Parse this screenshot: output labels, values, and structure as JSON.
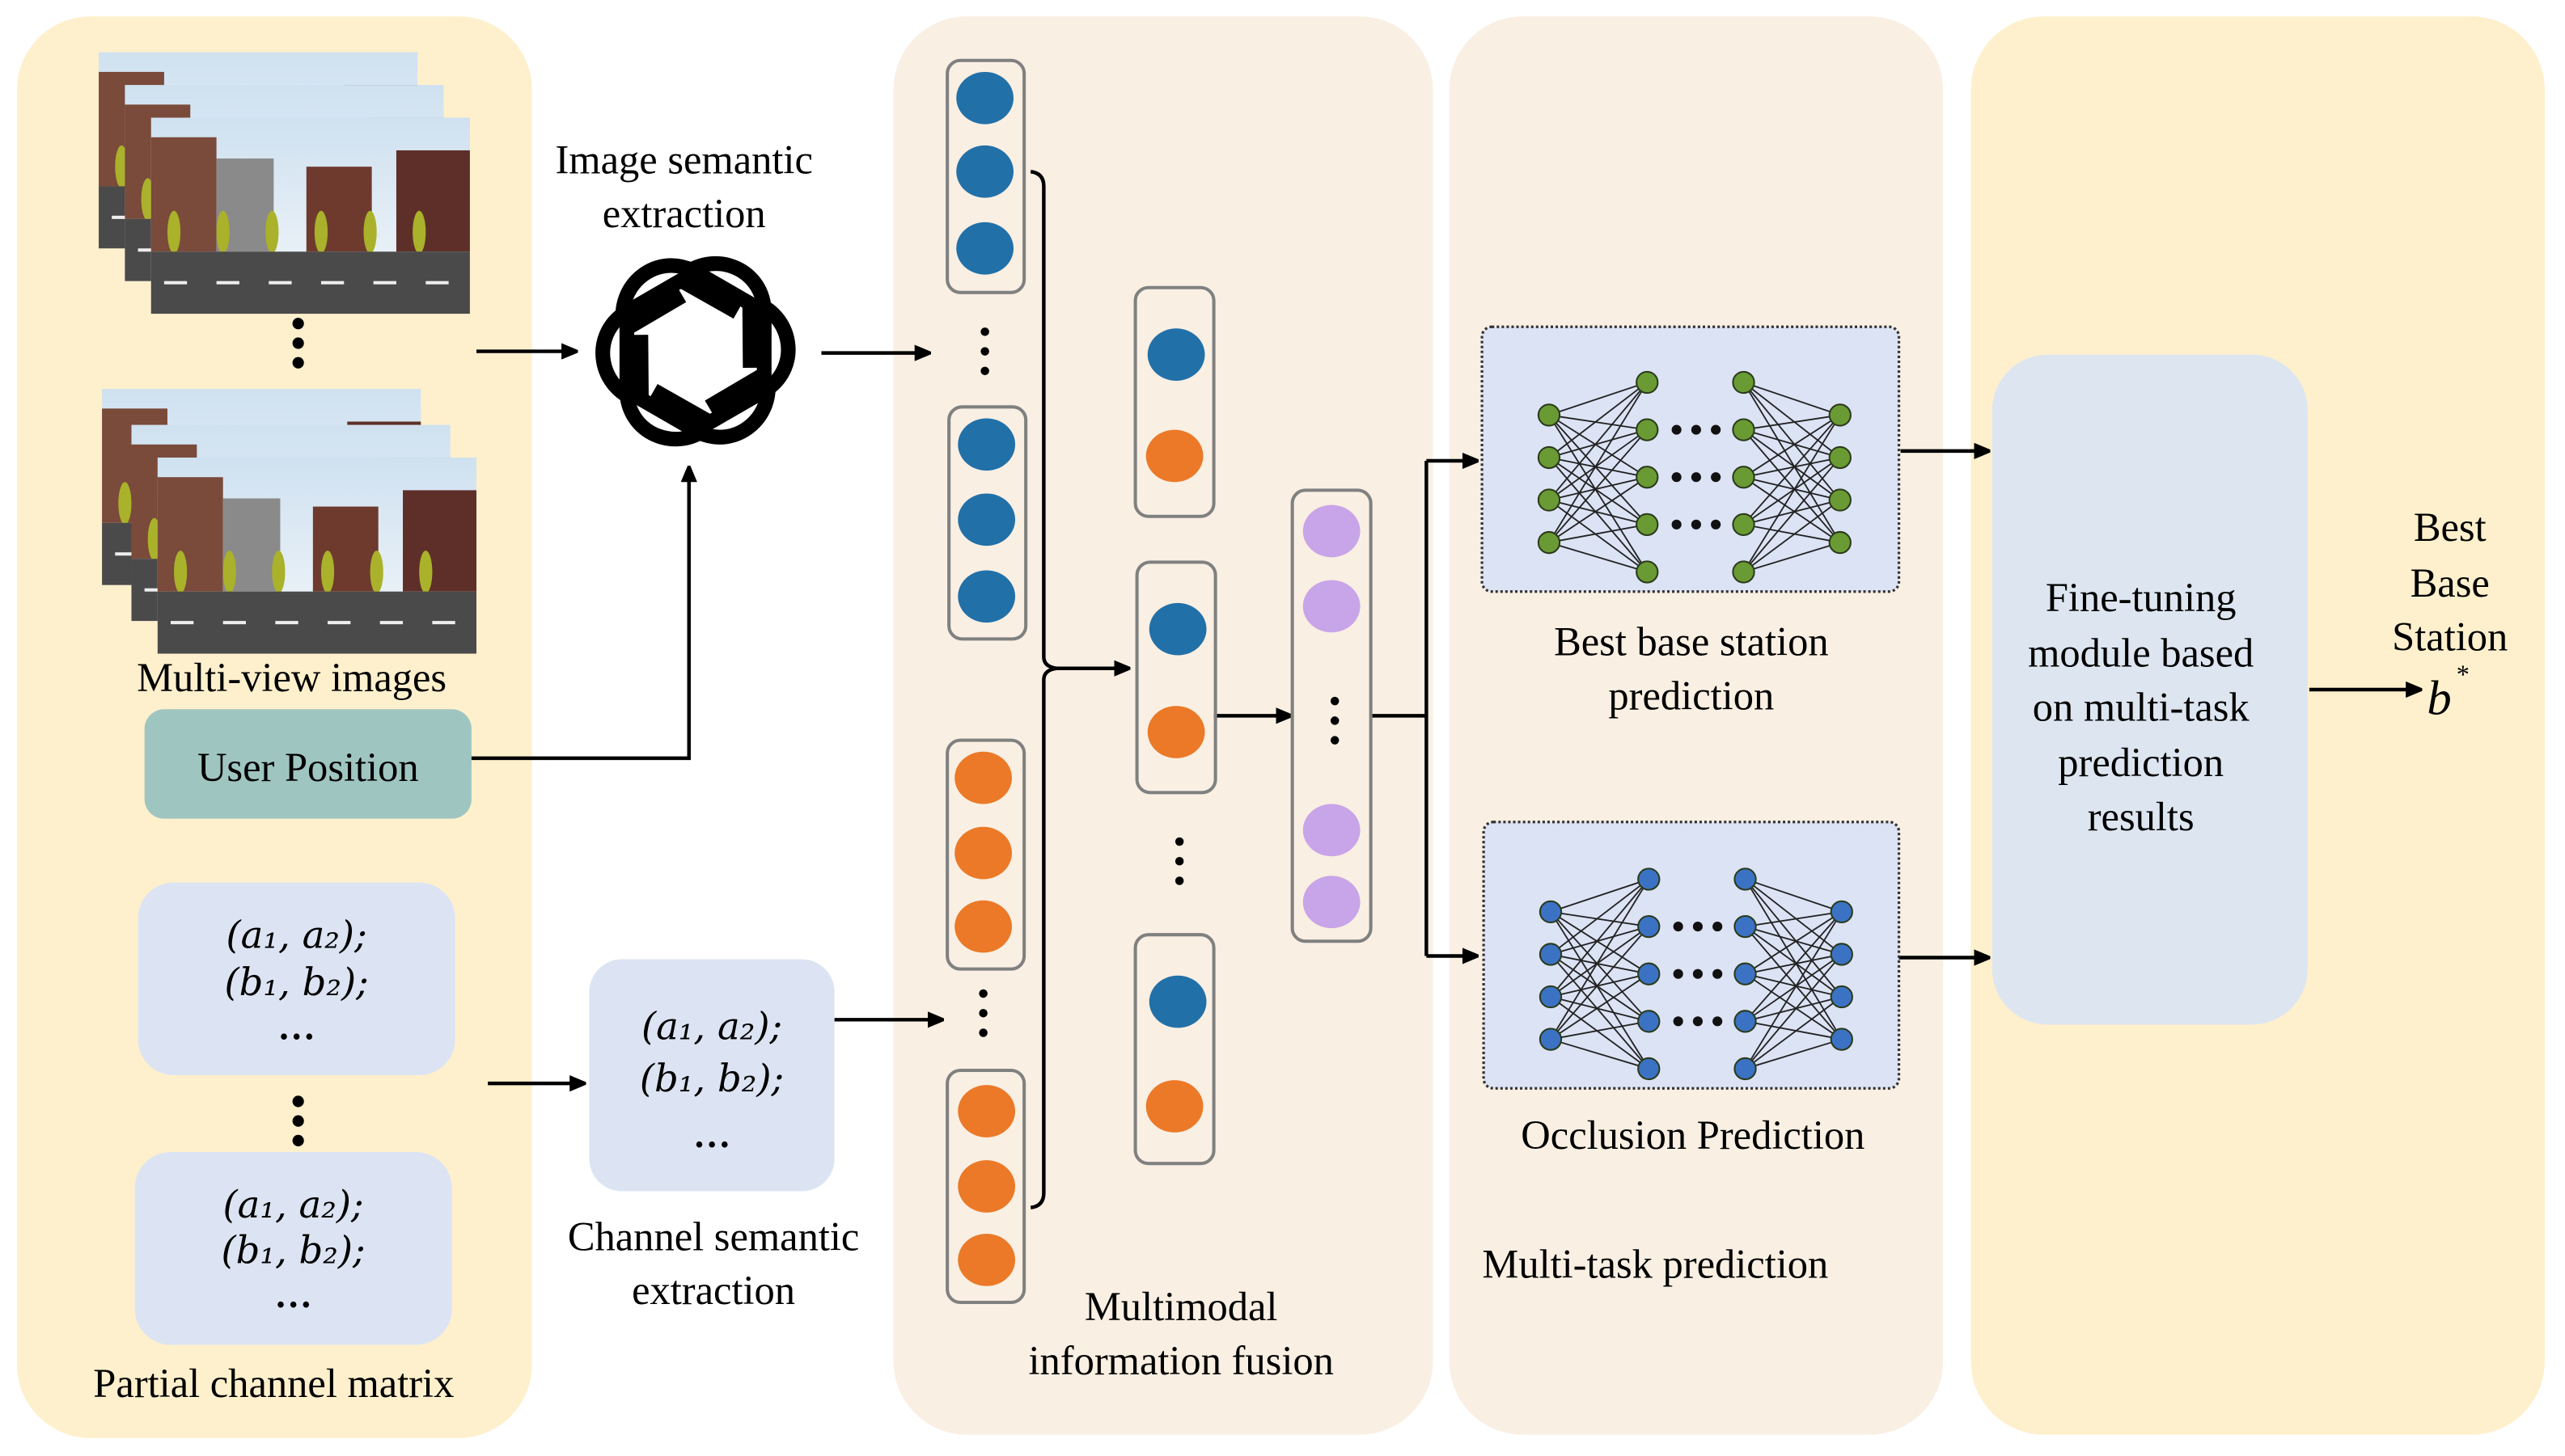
{
  "colors": {
    "panel_input": "#FEF0CC",
    "panel_mid": "#F9EFE3",
    "panel_output": "#FEF0CC",
    "user_position_box": "#9FC5C0",
    "matrix_box": "#DCE4F3",
    "nn_box": "#DCE3F5",
    "finetune_box": "#DDE6F0",
    "node_blue": "#2270A8",
    "node_orange": "#EB7928",
    "node_purple": "#C8A4E8",
    "nn_green": "#6A9A34",
    "nn_blue": "#3B72C4",
    "vector_border": "#808080"
  },
  "input_panel": {
    "images_label": "Multi-view images",
    "user_position_label": "User Position",
    "matrix_label": "Partial channel matrix",
    "matrix_box_lines": [
      "(a₁, a₂);",
      "(b₁, b₂);",
      "…"
    ],
    "ellipsis": "⋮"
  },
  "image_extraction": {
    "label_line1": "Image semantic",
    "label_line2": "extraction",
    "icon": "openai-logo-icon"
  },
  "channel_extraction": {
    "label_line1": "Channel semantic",
    "label_line2": "extraction",
    "box_lines": [
      "(a₁, a₂);",
      "(b₁, b₂);",
      "…"
    ]
  },
  "fusion_panel": {
    "label_line1": "Multimodal",
    "label_line2": "information fusion"
  },
  "multitask_panel": {
    "label": "Multi-task prediction",
    "task1_line1": "Best base station",
    "task1_line2": "prediction",
    "task2_label": "Occlusion Prediction"
  },
  "output_panel": {
    "finetune_lines": [
      "Fine-tuning",
      "module based",
      "on multi-task",
      "prediction",
      "results"
    ],
    "result_lines": [
      "Best",
      "Base",
      "Station"
    ],
    "result_symbol": "b",
    "result_superscript": "*"
  }
}
